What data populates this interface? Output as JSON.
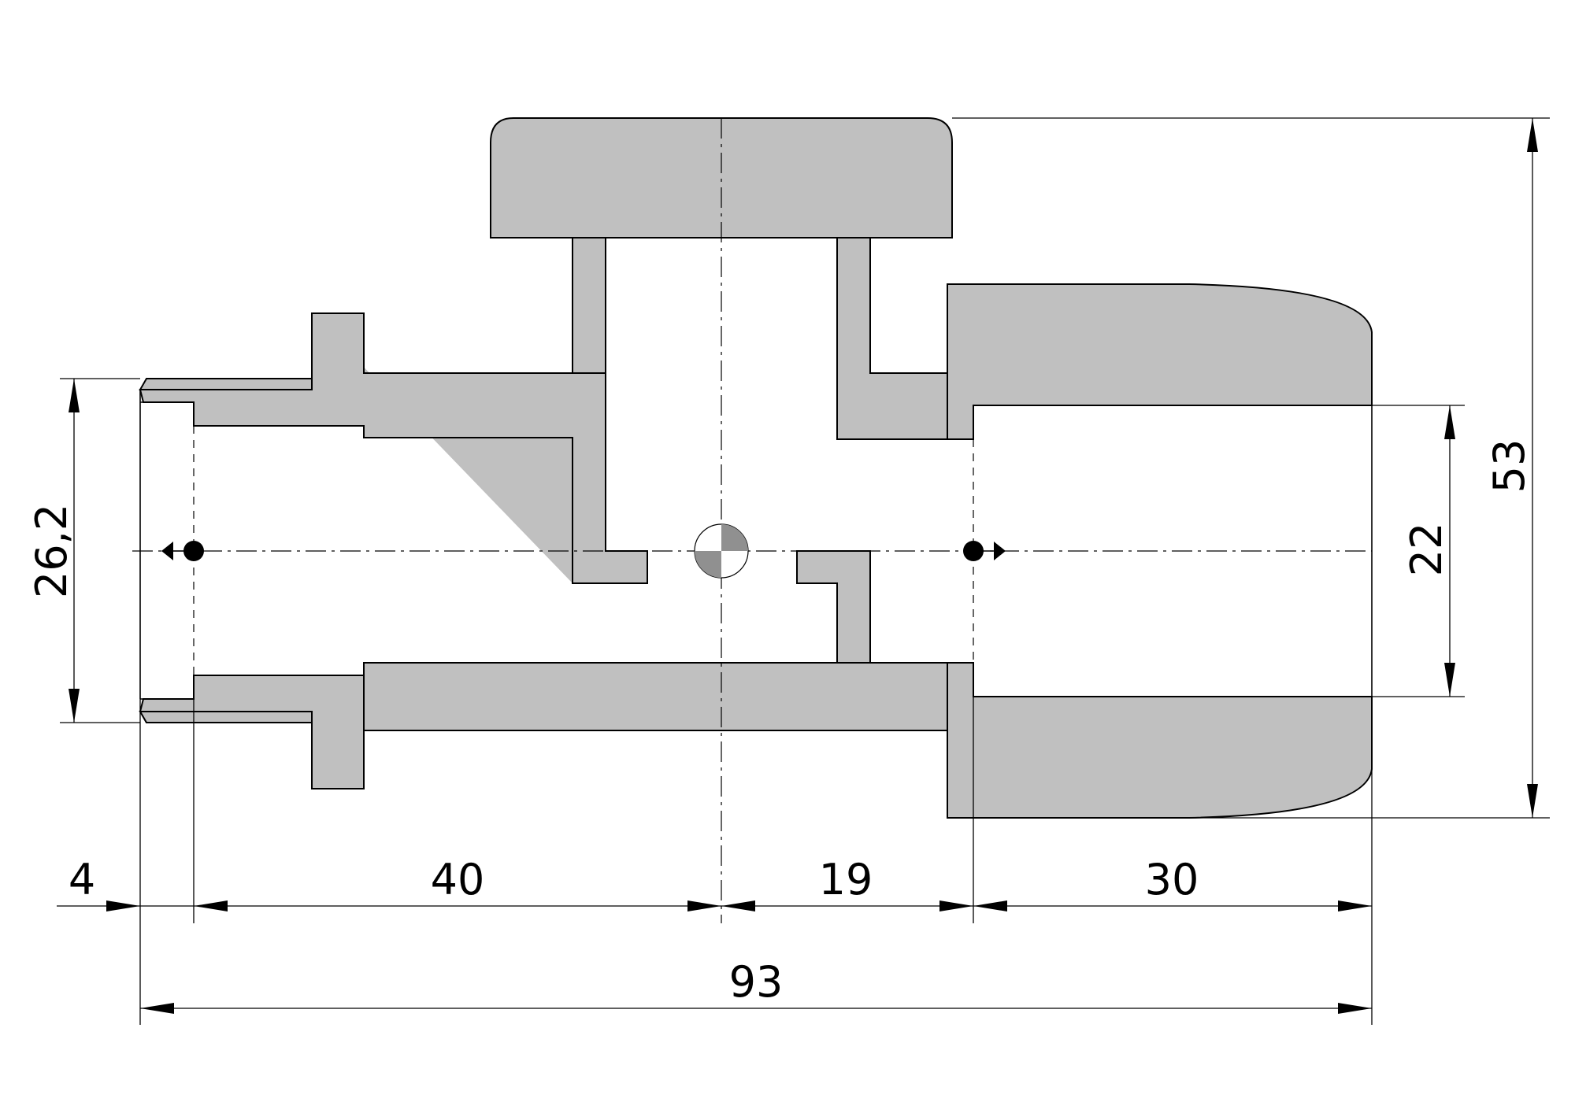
{
  "dimensions": {
    "left_offset": "4",
    "male_length": "40",
    "valve_to_socket": "19",
    "socket_depth": "30",
    "total_length": "93",
    "thread_diameter": "26,2",
    "socket_diameter": "22",
    "total_height": "53"
  }
}
